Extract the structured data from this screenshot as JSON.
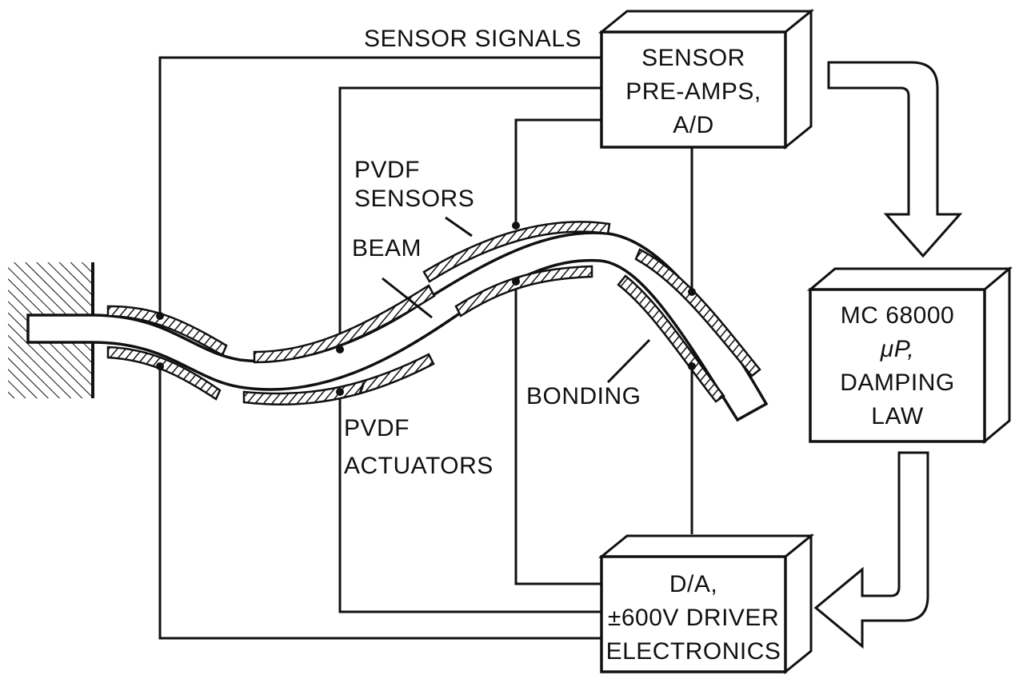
{
  "labels": {
    "sensor_signals": "SENSOR SIGNALS",
    "pvdf_sensors_1": "PVDF",
    "pvdf_sensors_2": "SENSORS",
    "beam": "BEAM",
    "bonding": "BONDING",
    "pvdf_actuators_1": "PVDF",
    "pvdf_actuators_2": "ACTUATORS"
  },
  "boxes": {
    "sensor": {
      "line1": "SENSOR",
      "line2": "PRE-AMPS,",
      "line3": "A/D"
    },
    "processor": {
      "line1": "MC 68000",
      "line2": "μP,",
      "line3": "DAMPING",
      "line4": "LAW"
    },
    "driver": {
      "line1": "D/A,",
      "line2": "±600V DRIVER",
      "line3": "ELECTRONICS"
    }
  }
}
